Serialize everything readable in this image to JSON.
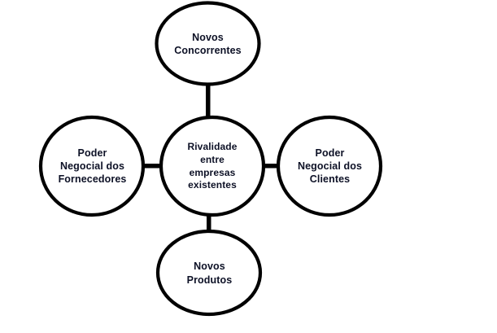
{
  "diagram": {
    "type": "five-forces-hub-and-spoke",
    "background_color": "#ffffff",
    "stroke_color": "#000000",
    "text_color": "#0d1126",
    "nodes": {
      "center": {
        "id": "rivalidade",
        "label": "Rivalidade\nentre\nempresas\nexistentes",
        "lines": [
          "Rivalidade",
          "entre",
          "empresas",
          "existentes"
        ]
      },
      "top": {
        "id": "novos-concorrentes",
        "label": "Novos\nConcorrentes",
        "lines": [
          "Novos",
          "Concorrentes"
        ]
      },
      "left": {
        "id": "poder-negocial-fornecedores",
        "label": "Poder\nNegocial dos\nFornecedores",
        "lines": [
          "Poder",
          "Negocial dos",
          "Fornecedores"
        ]
      },
      "right": {
        "id": "poder-negocial-clientes",
        "label": "Poder\nNegocial dos\nClientes",
        "lines": [
          "Poder",
          "Negocial dos",
          "Clientes"
        ]
      },
      "bottom": {
        "id": "novos-produtos",
        "label": "Novos\nProdutos",
        "lines": [
          "Novos",
          "Produtos"
        ]
      }
    },
    "connectors": [
      {
        "id": "center-top",
        "from": "rivalidade",
        "to": "novos-concorrentes"
      },
      {
        "id": "center-left",
        "from": "rivalidade",
        "to": "poder-negocial-fornecedores"
      },
      {
        "id": "center-right",
        "from": "rivalidade",
        "to": "poder-negocial-clientes"
      },
      {
        "id": "center-bottom",
        "from": "rivalidade",
        "to": "novos-produtos"
      }
    ]
  }
}
